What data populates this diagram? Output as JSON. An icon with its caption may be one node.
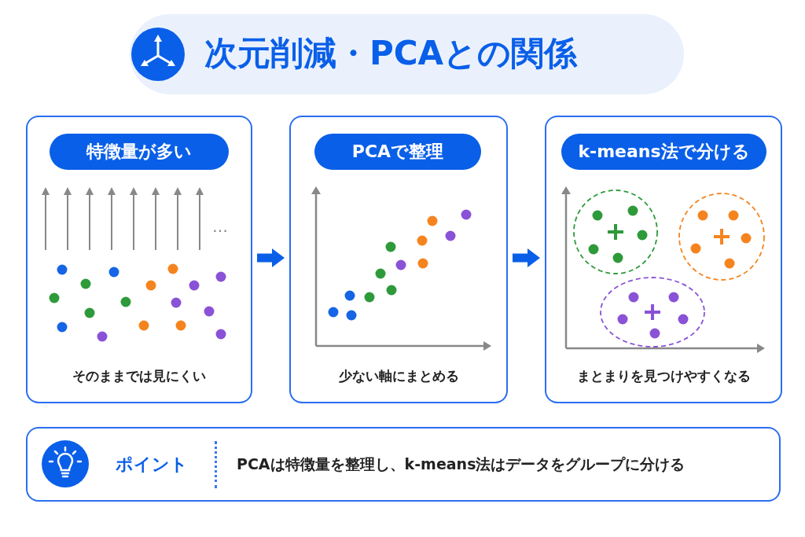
{
  "diagram": {
    "title": "次元削減・PCAとの関係",
    "nodes": [
      {
        "text": [
          "特徴量が多い",
          "そのままでは見にくい"
        ]
      },
      {
        "text": [
          "PCAで整理",
          "少ない軸にまとめる"
        ]
      },
      {
        "text": [
          "k-means法で分ける",
          "まとまりを見つけやすくなる"
        ]
      },
      {
        "text": [
          "ポイント",
          "PCAは特徴量を整理し、k-means法はデータをグループに分ける"
        ]
      }
    ],
    "edges": [
      {
        "from": 0,
        "to": 1,
        "arrow": "to"
      },
      {
        "from": 1,
        "to": 2,
        "arrow": "to"
      }
    ],
    "labels": [
      "…"
    ]
  }
}
